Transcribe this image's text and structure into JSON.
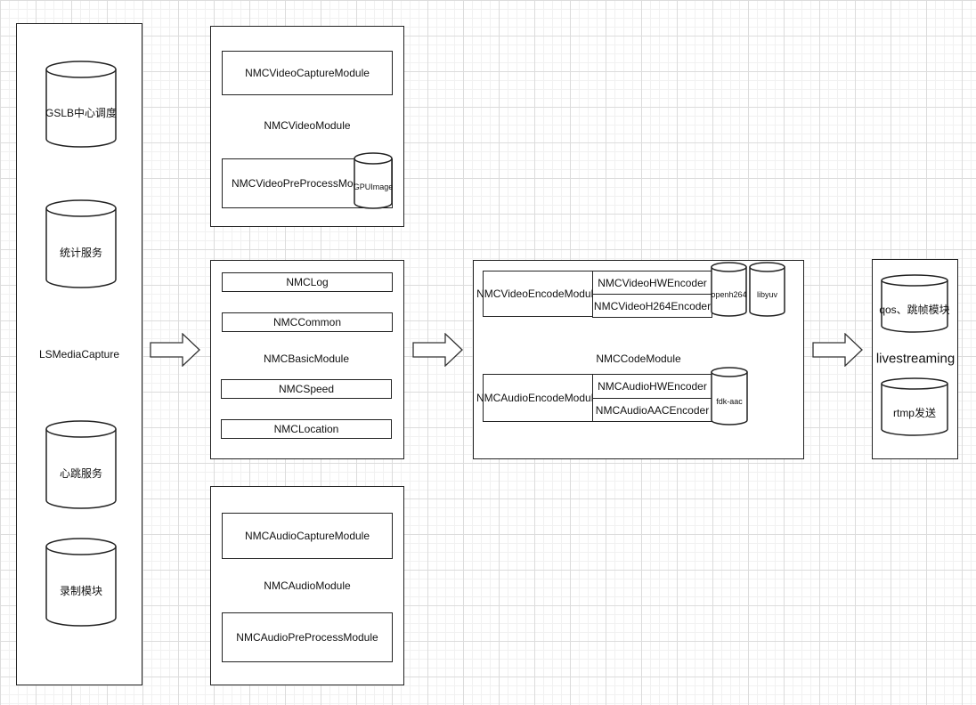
{
  "capture": {
    "title": "LSMediaCapture",
    "services": [
      "GSLB中心调度",
      "统计服务",
      "心跳服务",
      "录制模块"
    ]
  },
  "video_module": {
    "title": "NMCVideoModule",
    "capture": "NMCVideoCaptureModule",
    "preprocess": "NMCVideoPreProcessModule",
    "lib": "GPUImage"
  },
  "basic_module": {
    "title": "NMCBasicModule",
    "log": "NMCLog",
    "common": "NMCCommon",
    "speed": "NMCSpeed",
    "location": "NMCLocation"
  },
  "audio_module": {
    "title": "NMCAudioModule",
    "capture": "NMCAudioCaptureModule",
    "preprocess": "NMCAudioPreProcessModule"
  },
  "code_module": {
    "title": "NMCCodeModule",
    "video_encode": "NMCVideoEncodeModule",
    "video_hw": "NMCVideoHWEncoder",
    "video_h264": "NMCVideoH264Encoder",
    "lib_openh264": "openh264",
    "lib_libyuv": "libyuv",
    "audio_encode": "NMCAudioEncodeModule",
    "audio_hw": "NMCAudioHWEncoder",
    "audio_aac": "NMCAudioAACEncoder",
    "lib_fdkaac": "fdk-aac"
  },
  "livestreaming": {
    "title": "livestreaming",
    "qos": "qos、跳帧模块",
    "rtmp": "rtmp发送"
  }
}
